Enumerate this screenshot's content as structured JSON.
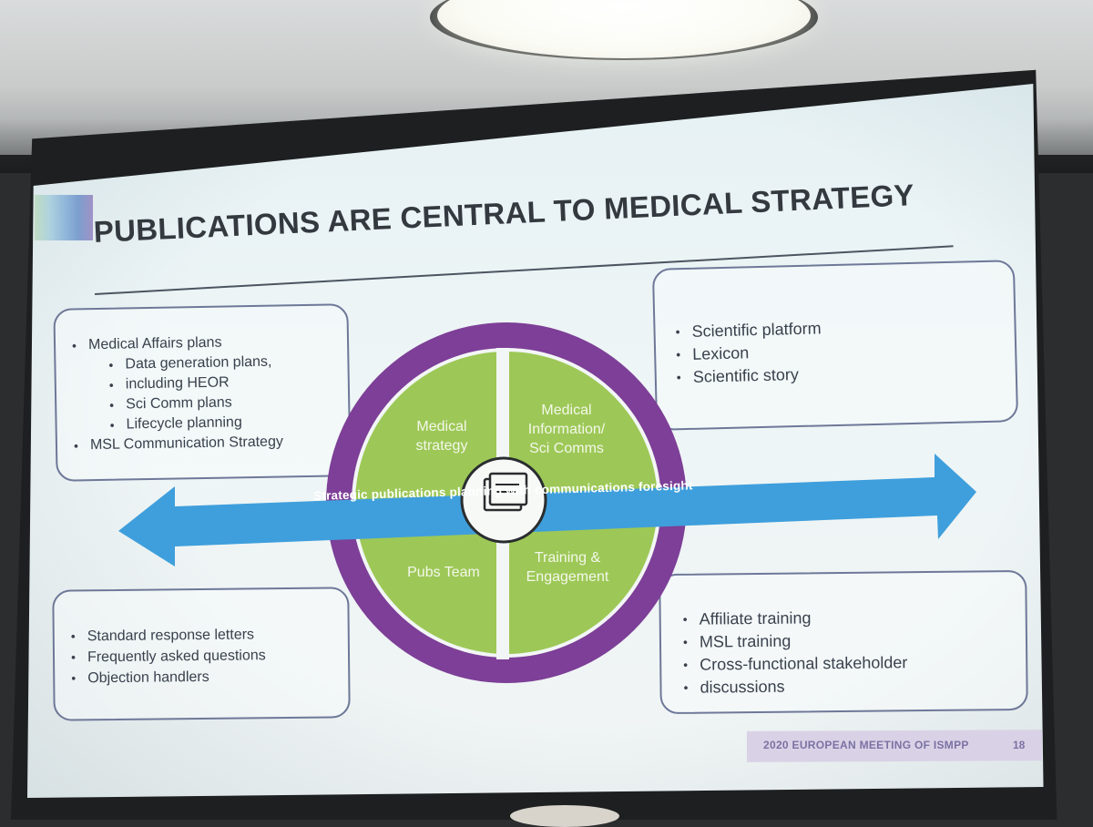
{
  "slide": {
    "title": "PUBLICATIONS ARE CENTRAL TO MEDICAL STRATEGY",
    "top_left_box": {
      "items": [
        {
          "text": "Medical Affairs plans",
          "level": 1
        },
        {
          "text": "Data generation plans,",
          "level": 2
        },
        {
          "text": "including HEOR",
          "level": 2,
          "continuation": true
        },
        {
          "text": "Sci Comm plans",
          "level": 2
        },
        {
          "text": "Lifecycle planning",
          "level": 2
        },
        {
          "text": "MSL Communication Strategy",
          "level": 1
        }
      ]
    },
    "top_right_box": {
      "items": [
        "Scientific platform",
        "Lexicon",
        "Scientific story"
      ]
    },
    "bottom_left_box": {
      "items": [
        "Standard response letters",
        "Frequently asked questions",
        "Objection handlers"
      ]
    },
    "bottom_right_box": {
      "items": [
        "Affiliate training",
        "MSL training",
        "Cross-functional stakeholder",
        "discussions"
      ]
    },
    "circle": {
      "segments": {
        "top_left": [
          "Medical",
          "strategy"
        ],
        "top_right": [
          "Medical",
          "Information/",
          "Sci Comms"
        ],
        "bottom_left": [
          "Pubs Team"
        ],
        "bottom_right": [
          "Training &",
          "Engagement"
        ]
      },
      "center_icon": "document-stack-icon"
    },
    "arrow_text": "Strategic publications planning with communications foresight",
    "footer": {
      "event": "2020 EUROPEAN MEETING OF ISMPP",
      "page_number": "18"
    }
  },
  "colors": {
    "ring": "#7d3f97",
    "segments": "#9dc857",
    "arrow": "#3f9fdc",
    "title": "#33393f",
    "box_border": "#6e7898",
    "footer_bar": "#d9d2e6",
    "footer_text": "#7b72a3"
  }
}
